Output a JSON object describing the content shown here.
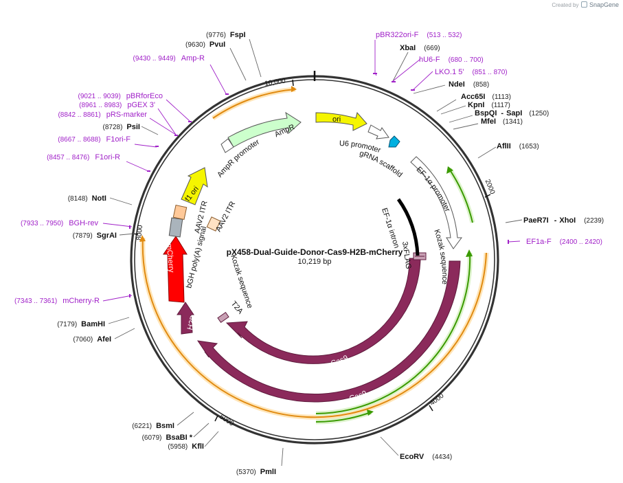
{
  "credit": {
    "prefix": "Created by",
    "brand": "SnapGene"
  },
  "plasmid": {
    "name": "pX458-Dual-Guide-Donor-Cas9-H2B-mCherry",
    "size": "10,219 bp"
  },
  "scale_ticks": [
    "10,000",
    "2000",
    "4000",
    "6000",
    "8000"
  ],
  "enzymes": [
    {
      "name": "FspI",
      "pos": "(9776)"
    },
    {
      "name": "PvuI",
      "pos": "(9630)"
    },
    {
      "name": "XbaI",
      "pos": "(669)"
    },
    {
      "name": "NdeI",
      "pos": "(858)"
    },
    {
      "name": "Acc65I",
      "pos": "(1113)"
    },
    {
      "name": "KpnI",
      "pos": "(1117)"
    },
    {
      "name": "BspQI",
      "name2": "SapI",
      "pos": "(1250)"
    },
    {
      "name": "MfeI",
      "pos": "(1341)"
    },
    {
      "name": "AflII",
      "pos": "(1653)"
    },
    {
      "name": "PaeR7I",
      "name2": "XhoI",
      "pos": "(2239)"
    },
    {
      "name": "PsiI",
      "pos": "(8728)"
    },
    {
      "name": "NotI",
      "pos": "(8148)"
    },
    {
      "name": "SgrAI",
      "pos": "(7879)"
    },
    {
      "name": "BamHI",
      "pos": "(7179)"
    },
    {
      "name": "AfeI",
      "pos": "(7060)"
    },
    {
      "name": "BsmI",
      "pos": "(6221)"
    },
    {
      "name": "BsaBI *",
      "pos": "(6079)"
    },
    {
      "name": "KflI",
      "pos": "(5958)"
    },
    {
      "name": "PmlI",
      "pos": "(5370)"
    },
    {
      "name": "EcoRV",
      "pos": "(4434)"
    }
  ],
  "primers": [
    {
      "name": "pBR322ori-F",
      "pos": "(513 .. 532)"
    },
    {
      "name": "hU6-F",
      "pos": "(680 .. 700)"
    },
    {
      "name": "LKO.1 5'",
      "pos": "(851 .. 870)"
    },
    {
      "name": "EF1a-F",
      "pos": "(2400 .. 2420)"
    },
    {
      "name": "Amp-R",
      "pos": "(9430 .. 9449)"
    },
    {
      "name": "pBRforEco",
      "pos": "(9021 .. 9039)"
    },
    {
      "name": "pGEX 3'",
      "pos": "(8961 .. 8983)"
    },
    {
      "name": "pRS-marker",
      "pos": "(8842 .. 8861)"
    },
    {
      "name": "F1ori-F",
      "pos": "(8667 .. 8688)"
    },
    {
      "name": "F1ori-R",
      "pos": "(8457 .. 8476)"
    },
    {
      "name": "BGH-rev",
      "pos": "(7933 .. 7950)"
    },
    {
      "name": "mCherry-R",
      "pos": "(7343 .. 7361)"
    }
  ],
  "features": {
    "ori": "ori",
    "ampr": "AmpR",
    "ampr_promoter": "AmpR promoter",
    "u6_promoter": "U6 promoter",
    "grna_scaffold": "gRNA scaffold",
    "ef1a_promoter": "EF-1α promoter",
    "ef1a_intron": "EF-1α intron",
    "kozak1": "Kozak sequence",
    "kozak2": "Kozak sequence",
    "flag": "3xFLAG",
    "cas9_outer": "Cas9",
    "cas9_inner": "Cas9",
    "t2a": "T2A",
    "h2b": "H2B",
    "mcherry": "mCherry",
    "bgh": "bGH poly(A) signal",
    "itr1": "AAV2 ITR",
    "itr2": "AAV2 ITR",
    "f1ori": "f1 ori"
  },
  "colors": {
    "cas9": "#8b2a5b",
    "ori": "#f5f500",
    "ampr": "#ccffcc",
    "mcherry": "#ff0000",
    "h2b": "#8b2a5b",
    "primer": "#a020c8",
    "orange_arc": "#f0a030",
    "green_arc": "#44aa00",
    "grna": "#00b0e0",
    "itr": "#ffd9b3"
  }
}
